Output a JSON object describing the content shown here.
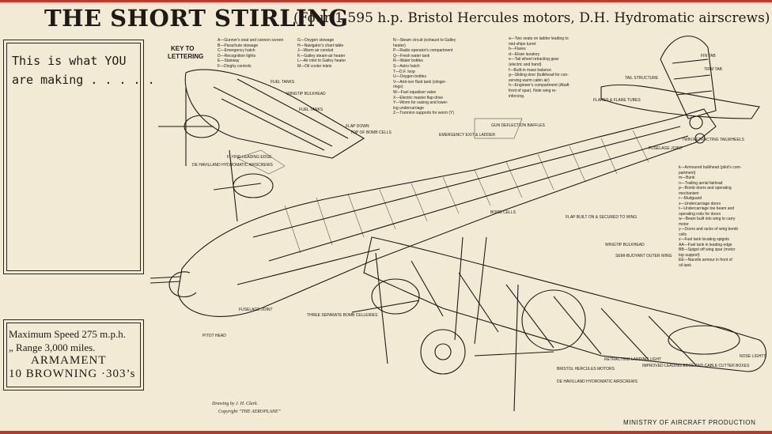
{
  "header": {
    "title": "THE SHORT STIRLING",
    "subtitle": "(Four 1,595 h.p. Bristol Hercules motors, D.H. Hydromatic airscrews)"
  },
  "left_panel": {
    "line1": "This is what YOU",
    "line2": "are making . . . . ."
  },
  "specs": {
    "line1": "Maximum Speed 275 m.p.h.",
    "line2": "„       Range 3,000 miles.",
    "line3": "ARMAMENT",
    "line4": "10  BROWNING ·303’s"
  },
  "key": {
    "title_line1": "KEY TO",
    "title_line2": "LETTERING",
    "col1": [
      "A—Gunner's seat and cannon screen",
      "B—Parachute stowage",
      "C—Emergency hatch",
      "D—Recognition lights",
      "E—Stairway",
      "F—Dinghy controls"
    ],
    "col2": [
      "G—Oxygen stowage",
      "H—Navigator's chart table",
      "J—Warm air conduit",
      "K—Galley steam-air heater",
      "L—Air inlet to Galley heater",
      "M—Oil cooler inlets"
    ],
    "col3": [
      "N—Steam circuit (exhaust to Galley",
      "    heater)",
      "P—Radio operator's compartment",
      "Q—Fresh water tank",
      "R—Water bottles",
      "S—Astro hatch",
      "T—D.F. loop",
      "U—Oxygen bottles",
      "V—Anti-icer fluid tank (slinger-",
      "    rings)",
      "W—Fuel equaliser valve",
      "X—Electric master flap drive",
      "Y—Worm for raising and lower-",
      "    ing undercarriage",
      "Z—Trunnion supports for worm (Y)"
    ],
    "col4": [
      "a—Two seats on ladder leading to",
      "    mid-ships turret",
      "b—Flares",
      "d—Elsan lavatory",
      "e—Tail wheel retracting gear",
      "    (electric and hand)",
      "f—Built-in mass balance",
      "g—Sliding door (bulkhead for con-",
      "    serving warm cabin air)",
      "h—Engineer's compartment (Abaft",
      "    front of spar). Note wing re-",
      "    inforcing."
    ]
  },
  "right_key": [
    "k—Armoured bulkhead (pilot's com-",
    "    partment)",
    "m—Bunk",
    "n—Trailing aerial fairlead",
    "p—Bomb doors and operating",
    "    mechanism",
    "r—Mudguard",
    "s—Undercarriage doors",
    "t—Undercarriage toe beam and",
    "    operating rods for doors",
    "w—Beam built into wing to carry",
    "    motor",
    "y—Doors and racks of wing bomb",
    "    cells",
    "z—Fuel tank locating spigots",
    "AA—Fuel tank in leading edge",
    "BB—Spigot off wing spar (motor",
    "    top support)",
    "EE—Nacelle armour in front of",
    "    oil tank"
  ],
  "callouts": {
    "fuel_tanks_1": "FUEL TANKS",
    "wingtip_bulkhead": "WINGTIP BULKHEAD",
    "fuel_tanks_2": "FUEL TANKS",
    "flap_down": "FLAP DOWN",
    "top_of_cells": "TOP OF BOMB CELLS",
    "dh_props": "DE HAVILLAND HYDROMATIC AIRSCREWS",
    "flying_leading_edge": "FLYING LEADING EDGE",
    "gun_turret": "GUN DEFLECTION BAFFLES",
    "emergency_exit": "EMERGENCY EXIT & LADDER",
    "flare_tubes": "FLARES & FLARE TUBES",
    "tail_structure": "TAIL STRUCTURE",
    "fin_tab": "FIN TAB",
    "trim_tab": "TRIM TAB",
    "fuselage_joint_1": "FUSELAGE JOINT",
    "twin_retracting_tailwheels": "TWIN RETRACTING TAILWHEELS",
    "bomb_cells": "BOMB CELLS",
    "flap_built": "FLAP BUILT ON & SECURED TO WING",
    "wingtip_bulkhead_2": "WINGTIP BULKHEAD",
    "semi_buoyant": "SEMI-BUOYANT OUTER WING",
    "three_bomb_cells": "THREE SEPARATE BOMB CELLERIES",
    "fuselage_joint_2": "FUSELAGE JOINT",
    "pitot_head": "PITOT HEAD",
    "retracting_landing_light": "RETRACTING LANDING LIGHT",
    "hercules": "BRISTOL HERCULES MOTORS",
    "dh_props_2": "DE HAVILLAND HYDROMATIC AIRSCREWS",
    "improved_leading_edge": "IMPROVED LEADING EDGE AND CABLE CUTTER BOXES",
    "nose_lights": "NOSE LIGHTS"
  },
  "footer": {
    "credit_line1": "Drawing by J. H. Clark.",
    "credit_line2": "Copyright “THE AEROPLANE”",
    "ministry": "MINISTRY OF AIRCRAFT PRODUCTION"
  }
}
